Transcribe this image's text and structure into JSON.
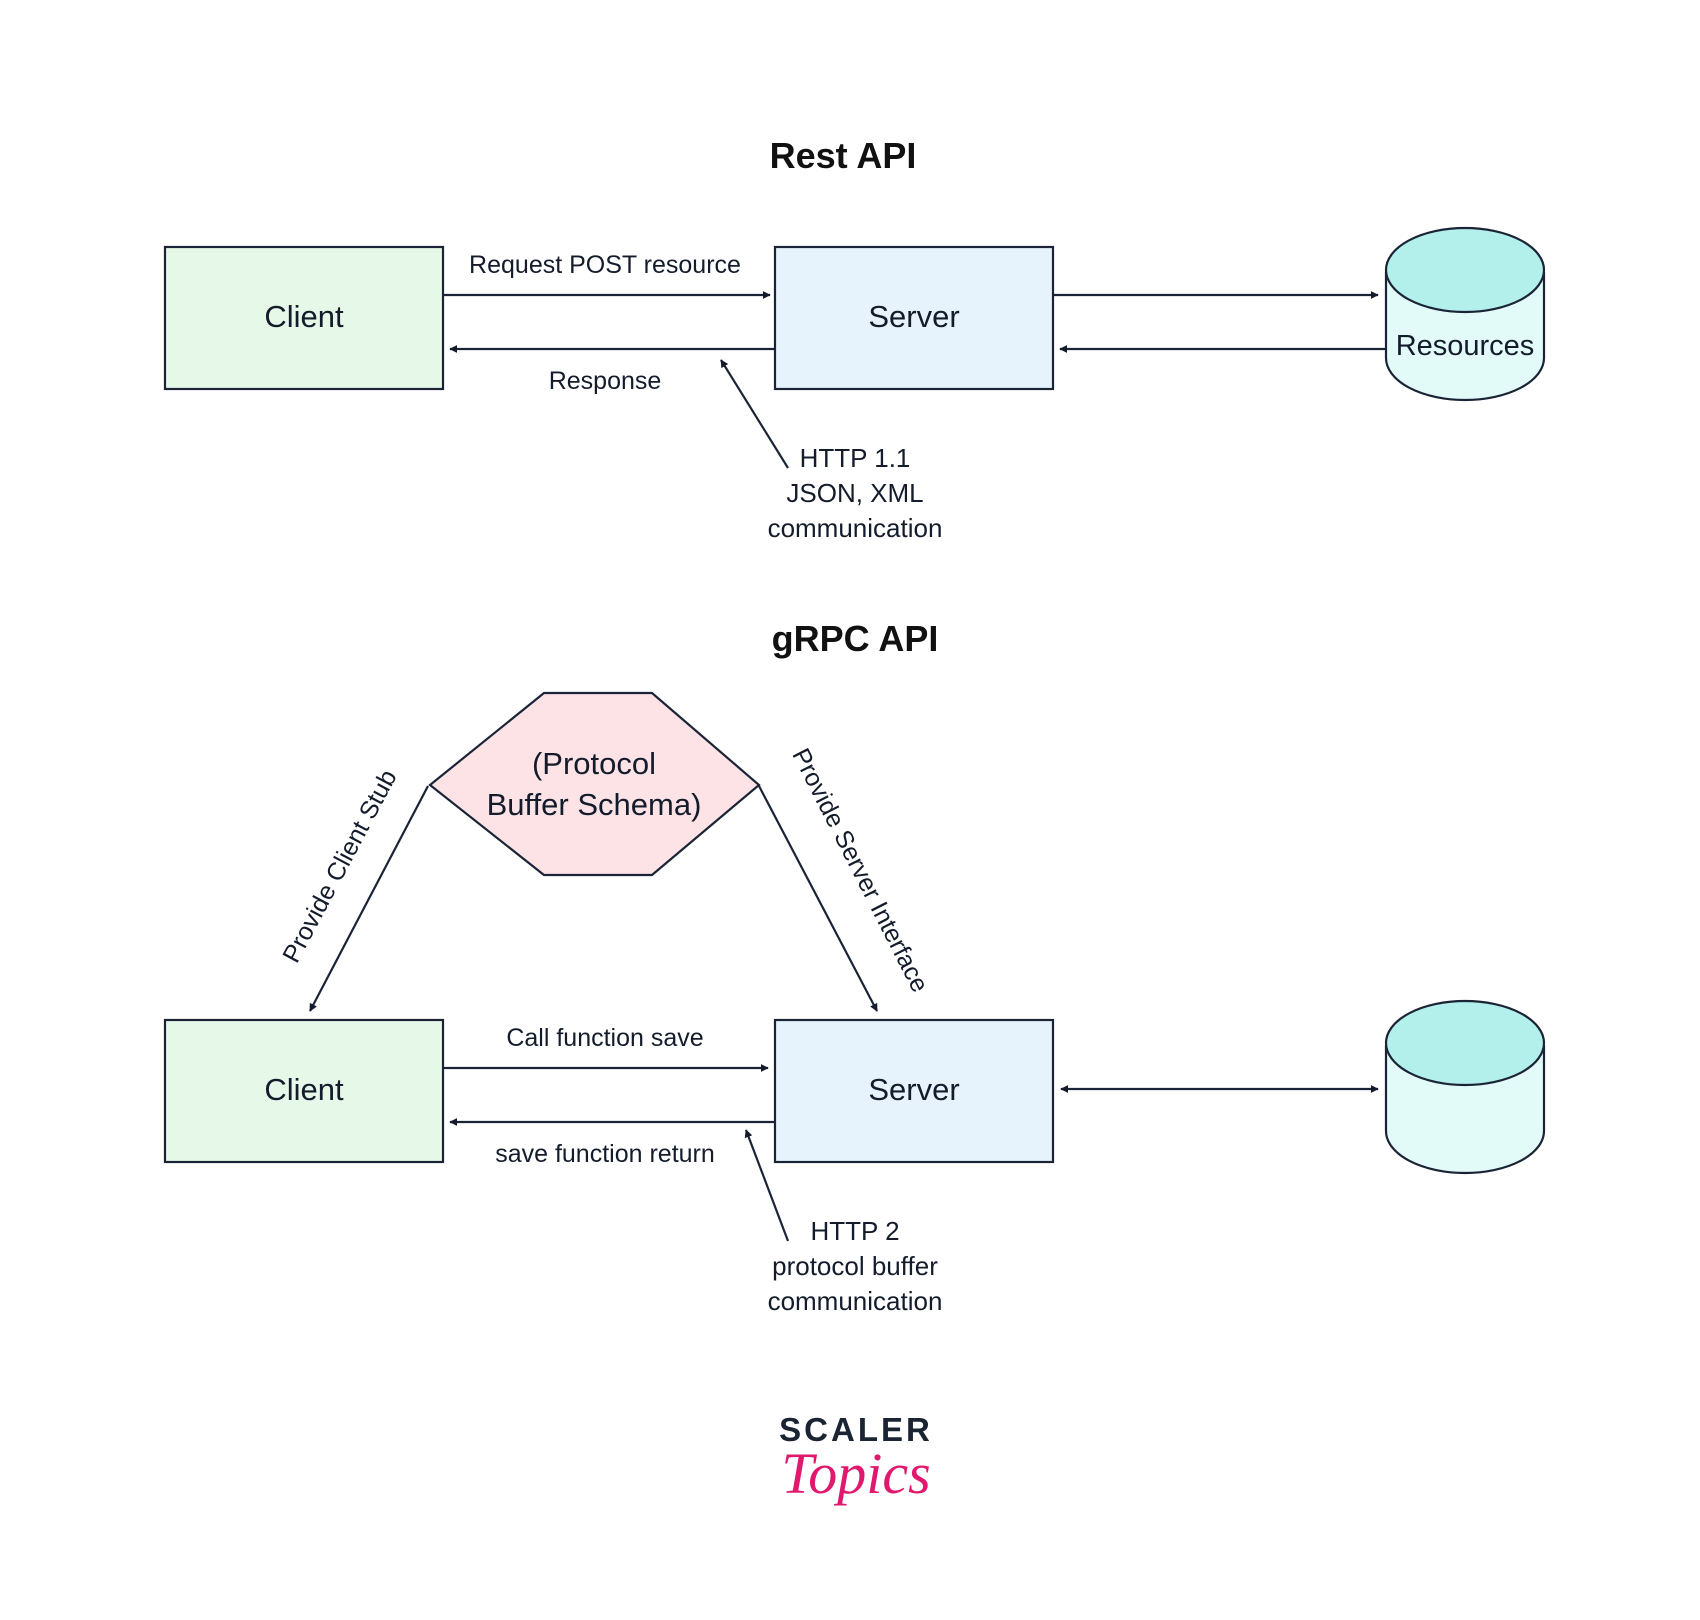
{
  "rest": {
    "title": "Rest API",
    "client_label": "Client",
    "server_label": "Server",
    "resources_label": "Resources",
    "request_label": "Request POST resource",
    "response_label": "Response",
    "note_lines": [
      "HTTP 1.1",
      "JSON, XML",
      "communication"
    ]
  },
  "grpc": {
    "title": "gRPC API",
    "schema_lines": [
      "(Protocol",
      "Buffer Schema)"
    ],
    "client_stub_label": "Provide Client Stub",
    "server_interface_label": "Provide Server Interface",
    "client_label": "Client",
    "server_label": "Server",
    "call_label": "Call function save",
    "return_label": "save function return",
    "note_lines": [
      "HTTP 2",
      "protocol buffer",
      "communication"
    ]
  },
  "logo": {
    "line1": "SCALER",
    "line2": "Topics"
  },
  "colors": {
    "client_fill": "#e6f9e9",
    "server_fill": "#e6f3fd",
    "db_top": "#b3efeb",
    "db_body": "#e2fbf9",
    "schema_fill": "#fde3e6",
    "stroke": "#1b2436",
    "logo_accent": "#e0186e"
  }
}
